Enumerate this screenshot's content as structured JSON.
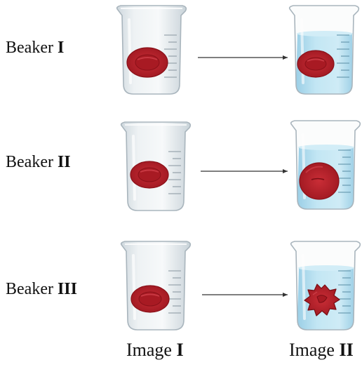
{
  "rows": [
    {
      "label_prefix": "Beaker ",
      "label_numeral": "I",
      "before": "normal",
      "after": "normal"
    },
    {
      "label_prefix": "Beaker ",
      "label_numeral": "II",
      "before": "normal",
      "after": "swollen"
    },
    {
      "label_prefix": "Beaker ",
      "label_numeral": "III",
      "before": "normal",
      "after": "crenated"
    }
  ],
  "columns": [
    {
      "label_prefix": "Image ",
      "label_numeral": "I",
      "contents": "empty beaker"
    },
    {
      "label_prefix": "Image ",
      "label_numeral": "II",
      "contents": "beaker with water"
    }
  ],
  "colors": {
    "glass": "#dfe6ea",
    "glass_outline": "#a9b5bd",
    "water": "#9fd6ee",
    "water_surface": "#c8ebf8",
    "cell": "#b3202a",
    "cell_dark": "#8a1119",
    "cell_light": "#d0404a",
    "arrow": "#333333"
  }
}
